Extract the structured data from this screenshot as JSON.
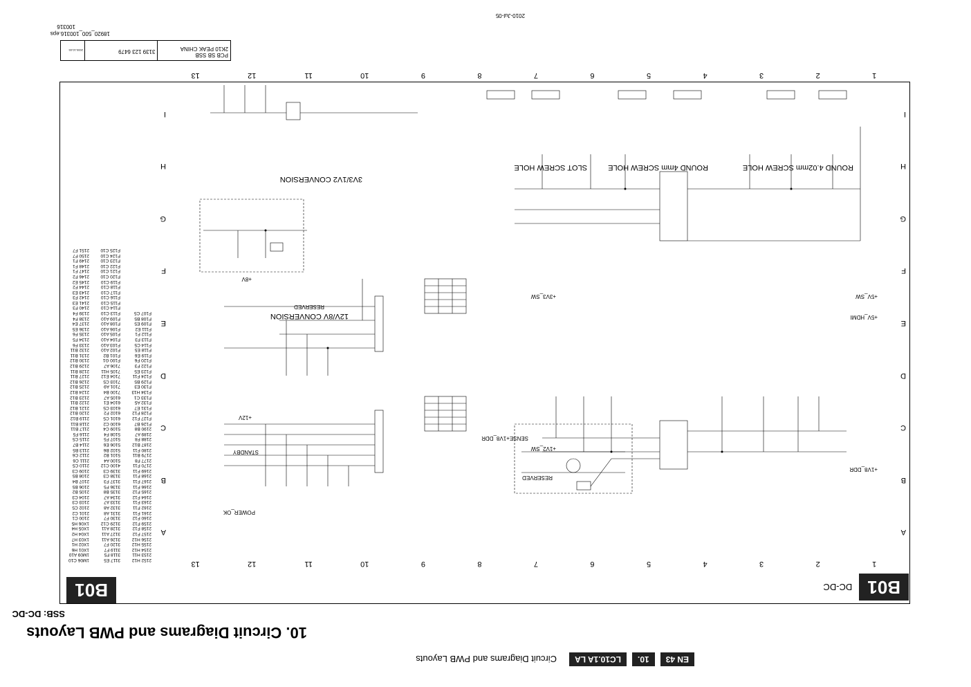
{
  "header": {
    "breadcrumb": "Circuit Diagrams and PWB Layouts",
    "model": "LC10.1A LA",
    "section_no": "10.",
    "page_no": "EN 43",
    "title": "10. Circuit Diagrams and PWB Layouts",
    "subtitle": "SSB: DC-DC"
  },
  "sheet": {
    "tag": "B01",
    "name": "DC-DC",
    "columns": [
      "1",
      "2",
      "3",
      "4",
      "5",
      "6",
      "7",
      "8",
      "9",
      "10",
      "11",
      "12",
      "13"
    ],
    "rows": [
      "A",
      "B",
      "C",
      "D",
      "E",
      "F",
      "G",
      "H",
      "I"
    ]
  },
  "blocks": {
    "conv_12v8v": "12V/8V CONVERSION",
    "conv_3v3": "3V3/1V2 CONVERSION",
    "reserved_1": "RESERVED",
    "reserved_2": "RESERVED",
    "screw_round402": "ROUND 4.02mm SCREW HOLE",
    "screw_round4": "ROUND 4mm SCREW HOLE",
    "screw_slot": "SLOT SCREW HOLE"
  },
  "nets": {
    "plus5v_sw": "+5V_SW",
    "plus5v_hdmi": "+5V_HDMI",
    "plus1v8_ddr": "+1V8_DDR",
    "plus3v3_sw": "+3V3_SW",
    "plus1v2_sw": "+1V2_SW",
    "standby": "STANDBY",
    "power_ok": "POWER_OK",
    "sense": "SENSE+1V8_DDR",
    "plus12v": "+12V",
    "plus8v": "+8V"
  },
  "title_block": {
    "pcb": "PCB SB SSB",
    "pcb2": "2K10 PEAK CHINA",
    "code": "3139 123 6479",
    "date_small": "2009-10-05"
  },
  "legend": [
    "1M06 C10",
    "1M09 A10",
    "1X01 H6",
    "1X02 H1",
    "1X03 H7",
    "1X04 H2",
    "1X05 H4",
    "1X06 H5",
    "2100 C1",
    "2101 C2",
    "2102 C5",
    "2103 C3",
    "2104 C3",
    "2105 B2",
    "2106 B5",
    "2107 B4",
    "2108 B5",
    "2109 C3",
    "2110 C5",
    "2111 C6",
    "2112 C6",
    "2113 B5",
    "2114 B7",
    "2115 C5",
    "2116 F5",
    "2117 B11",
    "2118 B11",
    "2119 B12",
    "2120 B12",
    "2121 B12",
    "2122 B11",
    "2123 B12",
    "2124 B12",
    "2125 B12",
    "2126 B12",
    "2127 B11",
    "2128 B11",
    "2129 B12",
    "2130 B12",
    "2131 B11",
    "2132 B11",
    "2133 F6",
    "2134 F5",
    "2135 F6",
    "2136 E5",
    "2137 E4",
    "2138 F4",
    "2139 F4",
    "2140 F3",
    "2141 E3",
    "2142 F3",
    "2143 E3",
    "2144 F2",
    "2145 E2",
    "2146 F2",
    "2147 F1",
    "2148 F1",
    "2149 F1",
    "2150 F7",
    "2151 F7"
  ],
  "legend2": [
    "3117 E5",
    "3118 F5",
    "3119 F7",
    "3120 F7",
    "3126 A11",
    "3127 A11",
    "3128 A11",
    "3129 C12",
    "3130 F7",
    "3131 A8",
    "3132 A8",
    "3133 A7",
    "3134 A7",
    "3135 B8",
    "3136 F5",
    "3137 F3",
    "3138 C3",
    "3139 C3",
    "4100 C12",
    "5100 A4",
    "5101 B2",
    "5102 B6",
    "5106 E6",
    "5107 F5",
    "5108 F4",
    "5109 C4",
    "6100 C2",
    "6101 C5",
    "6102 F2",
    "6103 C5",
    "6104 E1",
    "6105 A7",
    "7100 B4",
    "7101 A9",
    "7103 C5",
    "7104 E12",
    "7105 H11",
    "7106 A7",
    "F100 G1",
    "F101 B2",
    "F102 A10",
    "F103 A10",
    "F104 A10",
    "F105 A10",
    "F106 A10",
    "F108 A10",
    "F109 A10",
    "F113 C10",
    "F114 C10",
    "F115 C10",
    "F116 C10",
    "F117 C10",
    "F118 C10",
    "F119 C10",
    "F120 C10",
    "F121 C10",
    "F122 C10",
    "F123 C10",
    "F124 C10",
    "F125 C10"
  ],
  "legend3": [
    "2152 H12",
    "2153 H11",
    "2154 H12",
    "2155 H12",
    "2156 H12",
    "2157 F12",
    "2158 F12",
    "2159 F12",
    "2160 F12",
    "2161 F11",
    "2162 F11",
    "2163 F11",
    "2164 F12",
    "2165 F12",
    "2166 F11",
    "2167 F11",
    "2168 F11",
    "2169 F11",
    "2170 F11",
    "2177 F8",
    "2179 B11",
    "2180 F11",
    "2187 B12",
    "2188 F8",
    "2189 A7",
    "2190 B8",
    "F126 B7",
    "F127 F12",
    "F128 F12",
    "F131 E7",
    "F132 A5",
    "F133 C1",
    "F134 H13",
    "F130 E3",
    "F129 B5",
    "F124 F11",
    "F123 E5",
    "F122 F3",
    "F120 F6",
    "F119 E6",
    "F118 E5",
    "F114 C5",
    "F113 F3",
    "F112 F1",
    "F111 E2",
    "F109 E5",
    "F108 B5",
    "F107 C5"
  ],
  "footer": {
    "file": "18920_500_100316.eps",
    "ref": "100316",
    "date": "2010-Jul-05"
  }
}
